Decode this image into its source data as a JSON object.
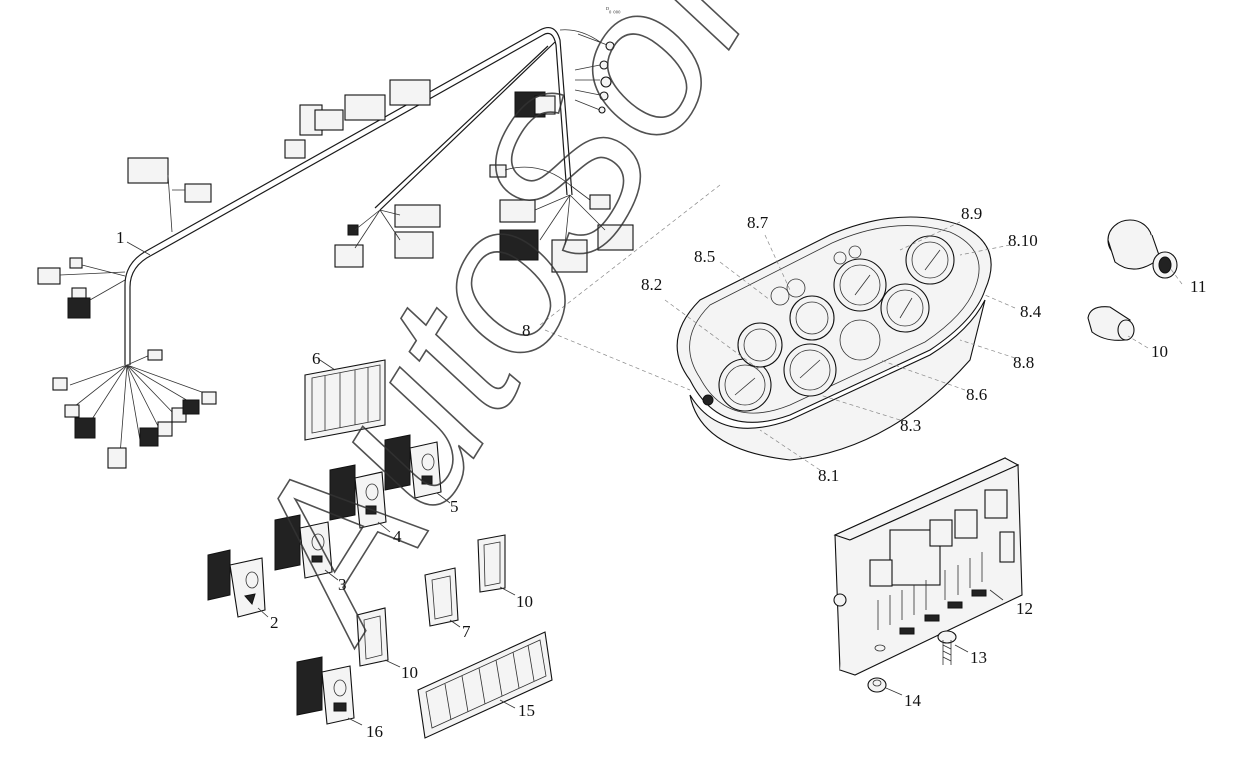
{
  "image_ref": "ᴰ₀ ₀₀₀",
  "watermark": "AutoSoft",
  "labels": {
    "l1": "1",
    "l2": "2",
    "l3": "3",
    "l4": "4",
    "l5": "5",
    "l6": "6",
    "l7": "7",
    "l8": "8",
    "l8_1": "8.1",
    "l8_2": "8.2",
    "l8_3": "8.3",
    "l8_4": "8.4",
    "l8_5": "8.5",
    "l8_6": "8.6",
    "l8_7": "8.7",
    "l8_8": "8.8",
    "l8_9": "8.9",
    "l8_10": "8.10",
    "l10a": "10",
    "l10b": "10",
    "l10c": "10",
    "l11": "11",
    "l12": "12",
    "l13": "13",
    "l14": "14",
    "l15": "15",
    "l16": "16"
  }
}
